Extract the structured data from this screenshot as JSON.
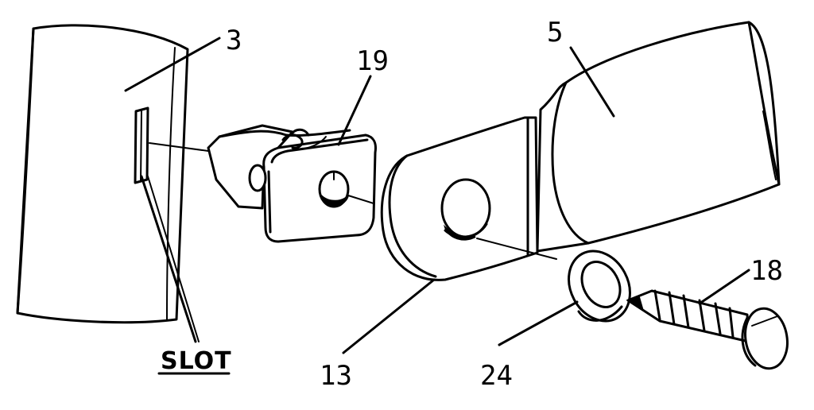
{
  "labels": {
    "ref_3": "3",
    "ref_5": "5",
    "ref_13": "13",
    "ref_18": "18",
    "ref_19": "19",
    "ref_24": "24",
    "slot": "SLOT"
  },
  "colors": {
    "ink": "#000000",
    "paper": "#ffffff"
  }
}
